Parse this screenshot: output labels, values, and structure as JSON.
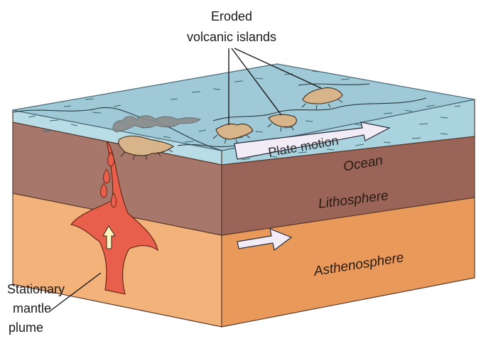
{
  "labels": {
    "eroded_line1": "Eroded",
    "eroded_line2": "volcanic islands",
    "plate_motion": "Plate motion",
    "ocean": "Ocean",
    "lithosphere": "Lithosphere",
    "asthenosphere": "Asthenosphere",
    "plume_line1": "Stationary",
    "plume_line2": "mantle",
    "plume_line3": "plume"
  },
  "colors": {
    "ocean_top": "#9fc9d6",
    "ocean_side": "#a9d3df",
    "lithosphere_front": "#a8776b",
    "lithosphere_side": "#9a6458",
    "asthenosphere_front": "#f2b27a",
    "asthenosphere_side": "#e99a5a",
    "plume": "#e8604c",
    "island": "#d8b48a",
    "arrow_fill": "#f1ecf6"
  }
}
